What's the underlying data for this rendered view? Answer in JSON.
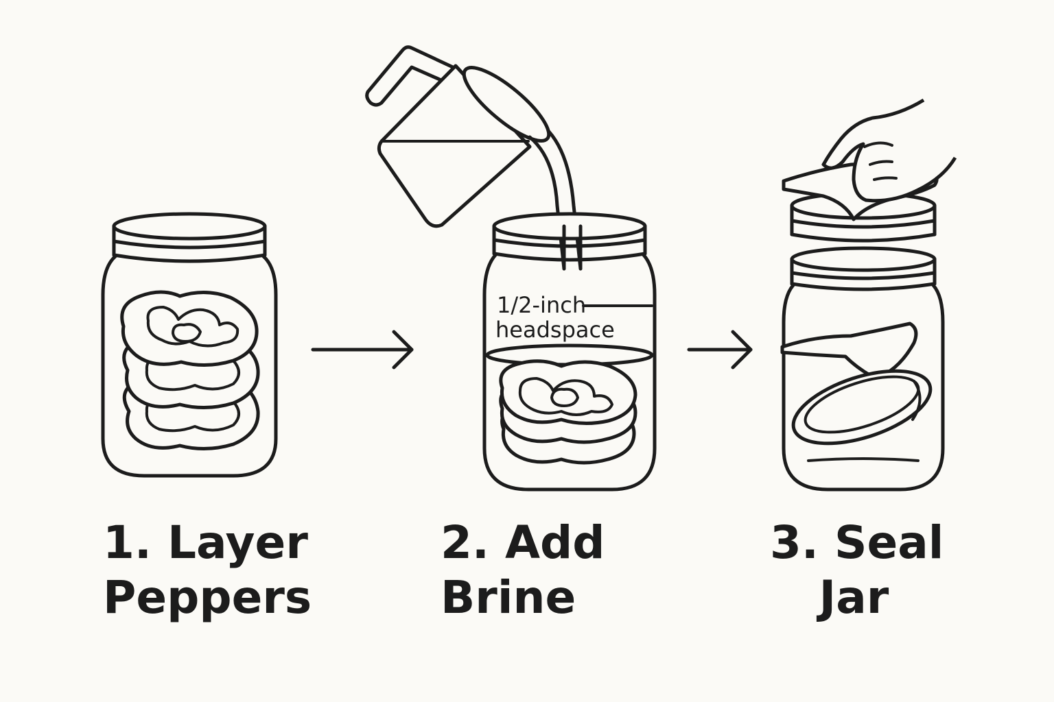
{
  "steps": [
    {
      "line1": "1. Layer",
      "line2": "Peppers",
      "icon": "jar-with-pepper-rings-icon"
    },
    {
      "line1": "2. Add",
      "line2": "Brine",
      "icon": "pitcher-pouring-brine-icon"
    },
    {
      "line1": "3. Seal",
      "line2": "Jar",
      "icon": "hand-sealing-jar-icon"
    }
  ],
  "annotation": {
    "line1": "1/2-inch",
    "line2": "headspace"
  },
  "colors": {
    "line": "#1c1c1c",
    "background": "#fbfaf6"
  }
}
